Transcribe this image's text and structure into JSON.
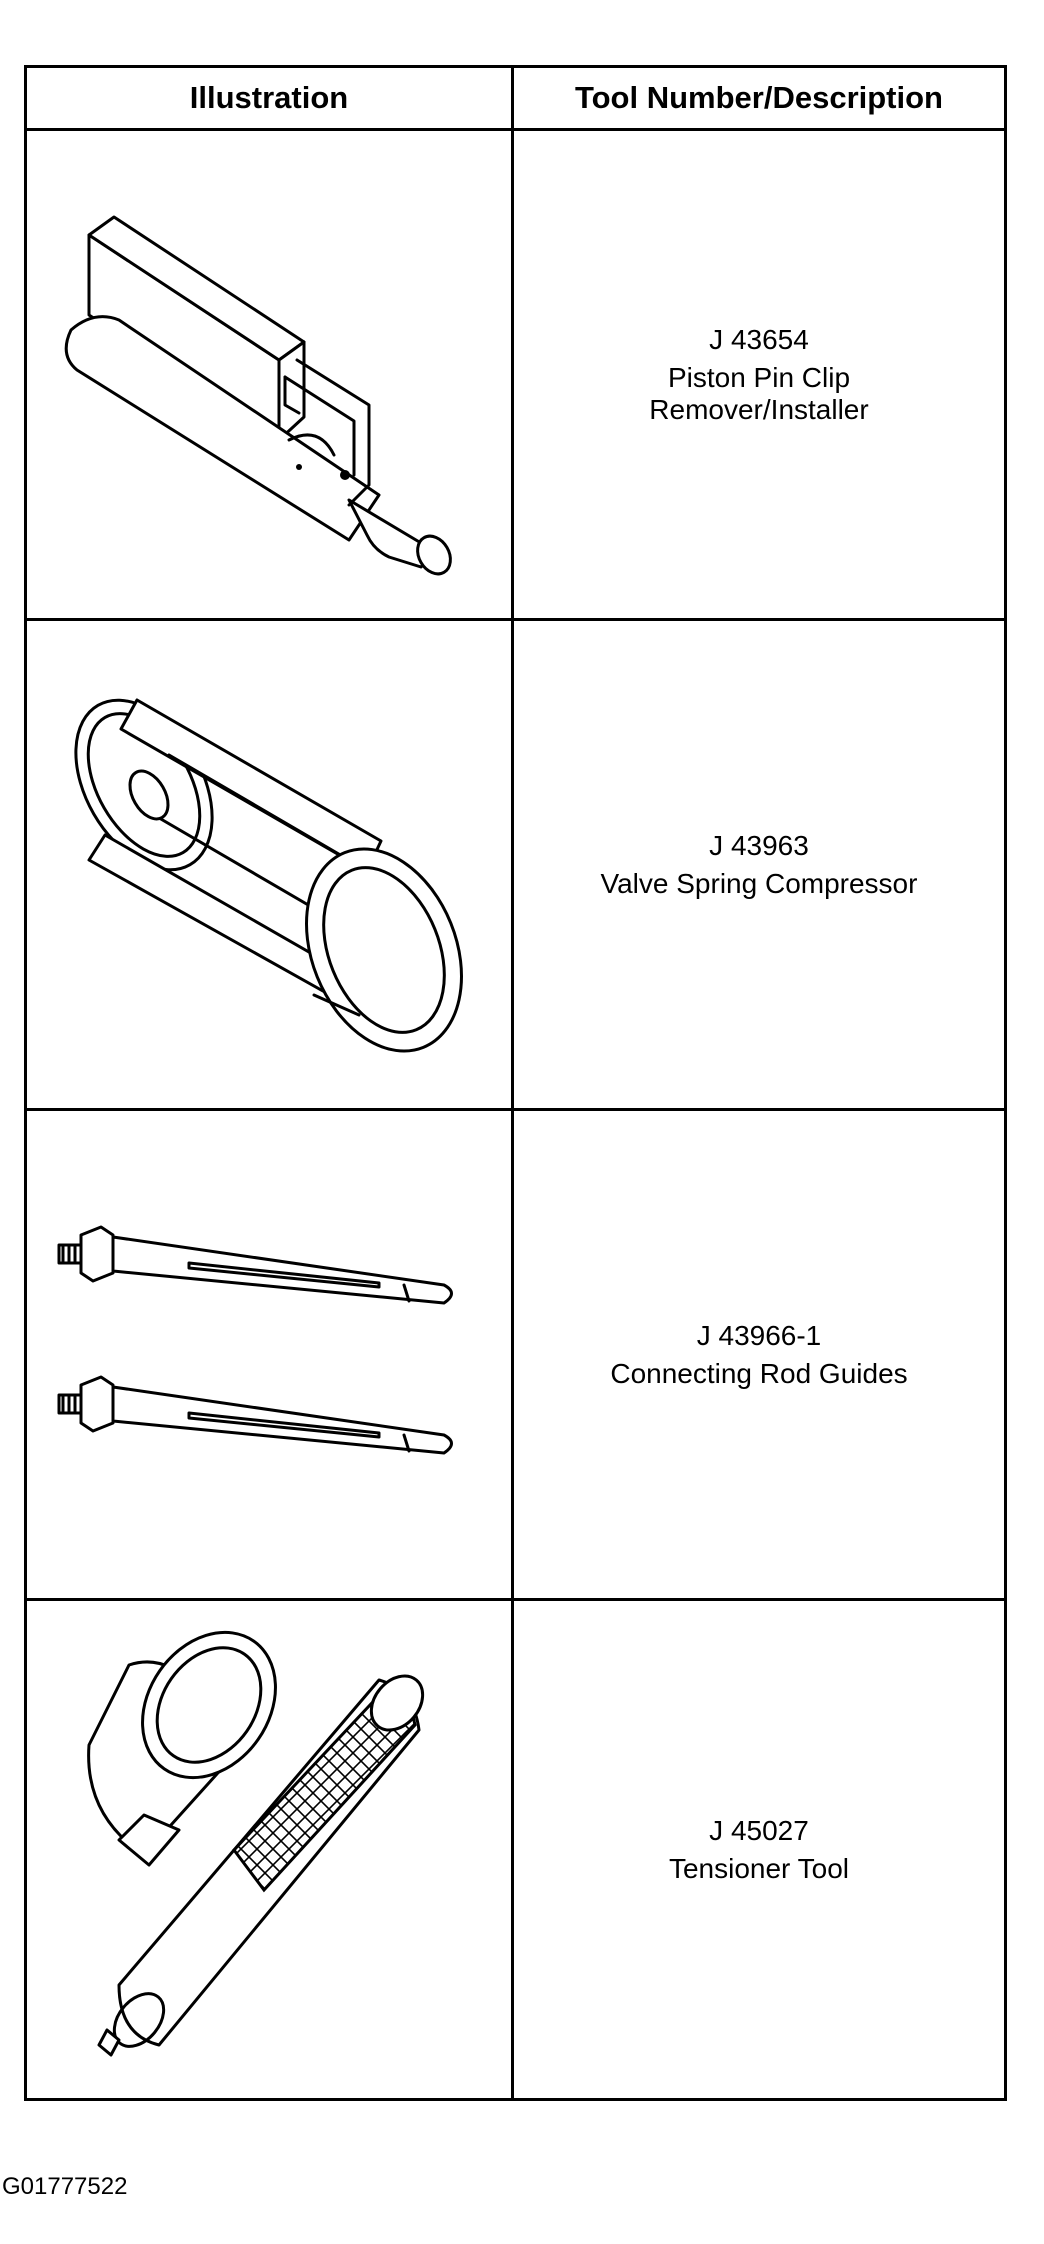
{
  "table": {
    "header": {
      "illustration": "Illustration",
      "tool": "Tool Number/Description"
    },
    "rows": [
      {
        "number": "J 43654",
        "description": "Piston Pin Clip\nRemover/Installer",
        "icon": "piston-pin-clip-tool-icon"
      },
      {
        "number": "J 43963",
        "description": "Valve Spring Compressor",
        "icon": "valve-spring-compressor-icon"
      },
      {
        "number": "J 43966-1",
        "description": "Connecting Rod Guides",
        "icon": "connecting-rod-guides-icon"
      },
      {
        "number": "J 45027",
        "description": "Tensioner Tool",
        "icon": "tensioner-tool-icon"
      }
    ]
  },
  "figure_id": "G01777522"
}
